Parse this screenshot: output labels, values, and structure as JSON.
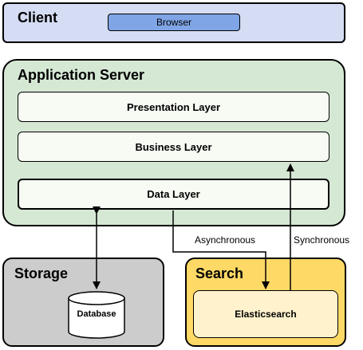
{
  "client": {
    "title": "Client",
    "browser": "Browser"
  },
  "app_server": {
    "title": "Application Server",
    "layers": {
      "presentation": "Presentation Layer",
      "business": "Business Layer",
      "data": "Data Layer"
    }
  },
  "storage": {
    "title": "Storage",
    "database": "Database"
  },
  "search": {
    "title": "Search",
    "engine": "Elasticsearch"
  },
  "edges": {
    "asynchronous": "Asynchronous",
    "synchronous": "Synchronous"
  },
  "colors": {
    "client_fill": "#d4ddf3",
    "browser_fill": "#7fa5e6",
    "app_fill": "#d5e8d4",
    "layer_fill": "#f7fbf4",
    "storage_fill": "#cccccc",
    "search_fill": "#ffd966",
    "elastic_fill": "#fff2cc"
  }
}
